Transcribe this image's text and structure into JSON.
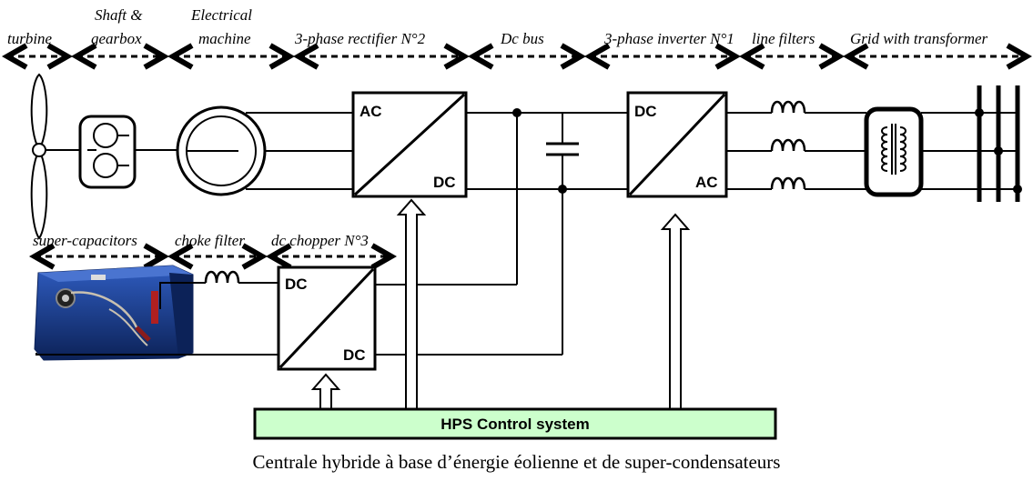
{
  "segments_top": [
    "turbine",
    "Shaft &",
    "gearbox",
    "Electrical",
    "machine",
    "3-phase rectifier N°2",
    "Dc bus",
    "3-phase inverter N°1",
    "line filters",
    "Grid with transformer"
  ],
  "segments_bottom": [
    "super-capacitors",
    "choke filter",
    "dc chopper N°3"
  ],
  "converters": {
    "rectifier": {
      "top": "AC",
      "bottom": "DC"
    },
    "inverter": {
      "top": "DC",
      "bottom": "AC"
    },
    "chopper": {
      "top": "DC",
      "bottom": "DC"
    }
  },
  "control_label": "HPS Control system",
  "caption": "Centrale hybride à base d’énergie éolienne et de super-condensateurs",
  "colors": {
    "control_fill": "#ccffcc",
    "capacitor_body": "#1a3f8f",
    "capacitor_dark": "#0c2258"
  }
}
